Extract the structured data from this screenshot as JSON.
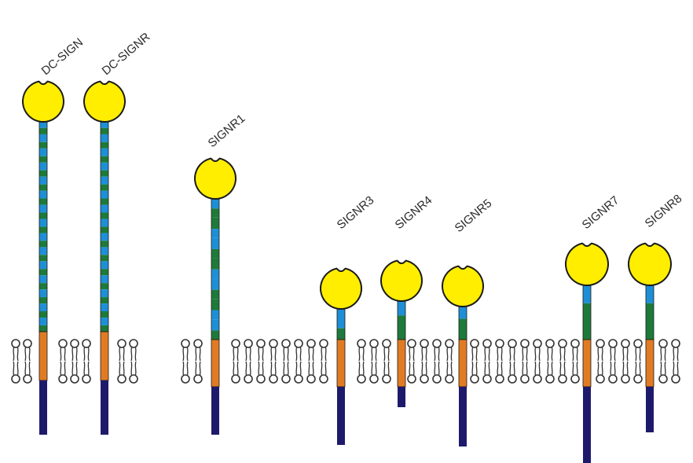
{
  "colors": {
    "crd_fill": "#FFEE00",
    "crd_stroke": "#1a1a1a",
    "neck_blue": "#1E8FD6",
    "neck_green": "#1E7A3A",
    "transmembrane": "#E07B24",
    "cytoplasmic": "#1E1A6B",
    "lipid": "#333333"
  },
  "receptors": [
    {
      "name": "DC-SIGN"
    },
    {
      "name": "DC-SIGNR"
    },
    {
      "name": "SIGNR1"
    },
    {
      "name": "SIGNR3"
    },
    {
      "name": "SIGNR4"
    },
    {
      "name": "SIGNR5"
    },
    {
      "name": "SIGNR7"
    },
    {
      "name": "SIGNR8"
    }
  ]
}
